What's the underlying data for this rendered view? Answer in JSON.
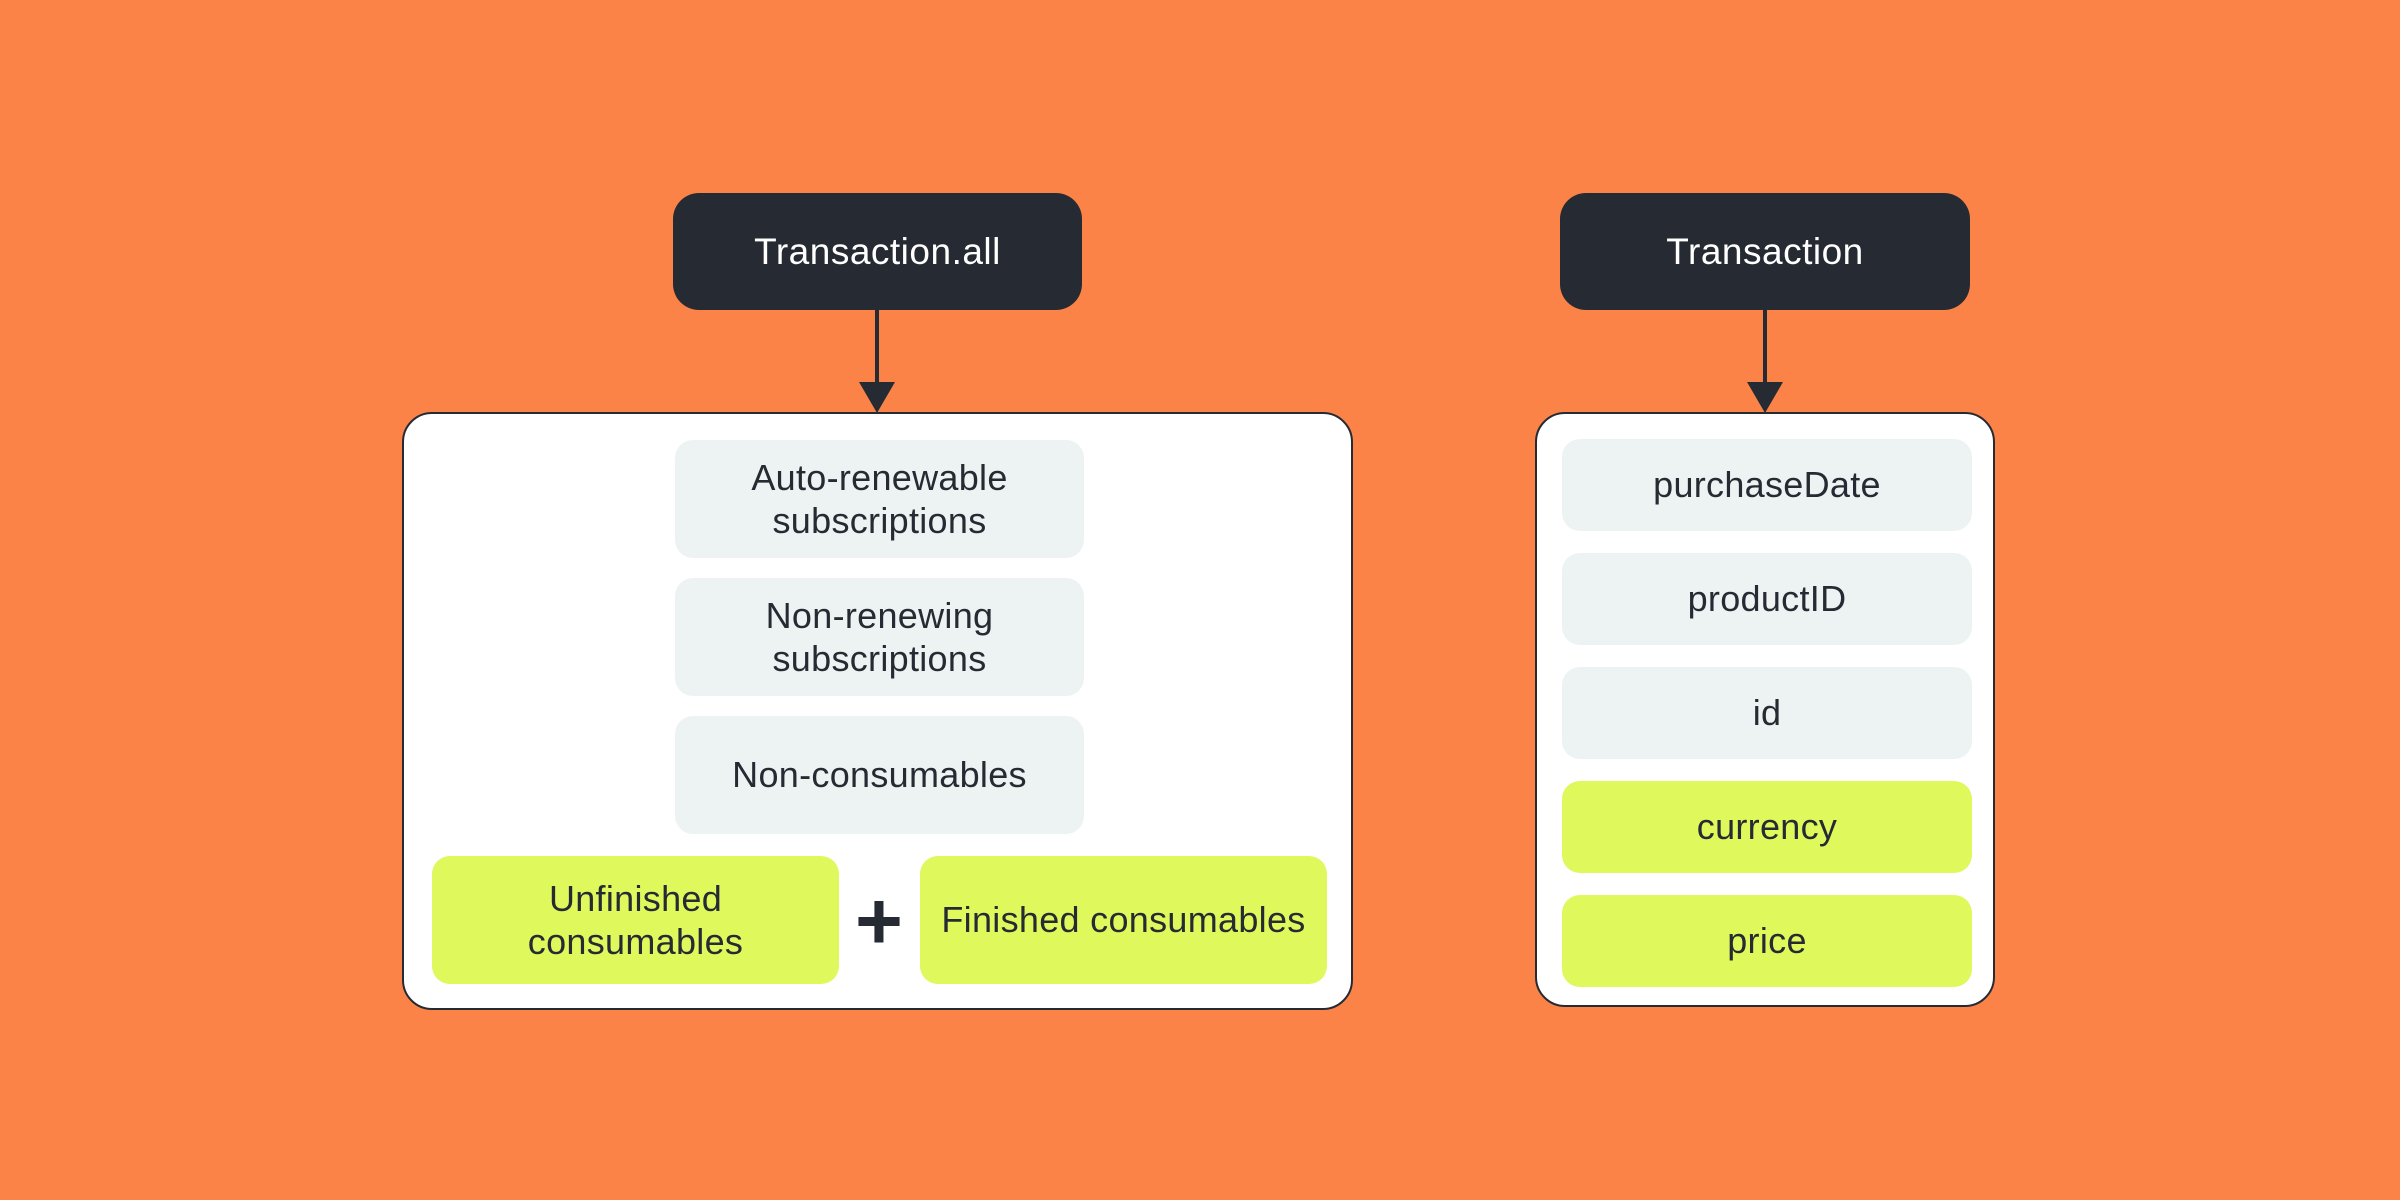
{
  "page": {
    "background_color": "#FC8347",
    "panel_color": "#FFFFFF",
    "node_color": "#262B33",
    "pill_light_color": "#EDF2F2",
    "pill_lime_color": "#DFF95D",
    "text_dark_color": "#262B33",
    "text_light_color": "#FFFFFF"
  },
  "left_tree": {
    "root_label": "Transaction.all",
    "items": [
      {
        "label": "Auto-renewable subscriptions"
      },
      {
        "label": "Non-renewing subscriptions"
      },
      {
        "label": "Non-consumables"
      }
    ],
    "combined_row": {
      "left_label": "Unfinished consumables",
      "operator": "+",
      "right_label": "Finished consumables"
    }
  },
  "right_tree": {
    "root_label": "Transaction",
    "items": [
      {
        "label": "purchaseDate"
      },
      {
        "label": "productID"
      },
      {
        "label": "id"
      },
      {
        "label": "currency"
      },
      {
        "label": "price"
      }
    ]
  }
}
